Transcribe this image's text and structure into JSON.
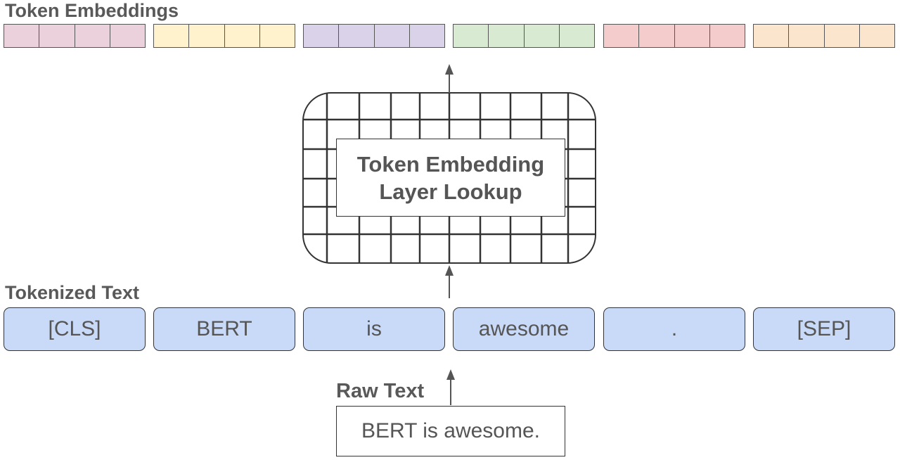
{
  "token_embeddings": {
    "title": "Token Embeddings",
    "groups": [
      {
        "color": "#ead1dc",
        "cells": 4
      },
      {
        "color": "#fff2cc",
        "cells": 4
      },
      {
        "color": "#d9d2e9",
        "cells": 4
      },
      {
        "color": "#d9ead3",
        "cells": 4
      },
      {
        "color": "#f4cccc",
        "cells": 4
      },
      {
        "color": "#fce5cd",
        "cells": 4
      }
    ]
  },
  "lookup_layer": {
    "line1": "Token Embedding",
    "line2": "Layer Lookup"
  },
  "tokenized_text": {
    "title": "Tokenized Text",
    "fill_color": "#c9daf8",
    "tokens": [
      "[CLS]",
      "BERT",
      "is",
      "awesome",
      ".",
      "[SEP]"
    ]
  },
  "raw_text": {
    "title": "Raw Text",
    "value": "BERT is awesome."
  }
}
